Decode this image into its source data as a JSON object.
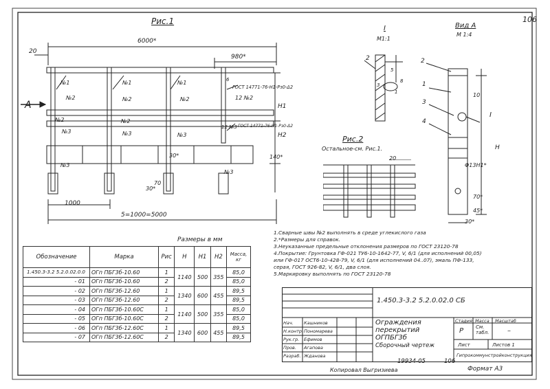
{
  "sheet": {
    "page_number": "106",
    "format": "Формат А3",
    "copied_by": "Копировал Выгризиева",
    "inventory_no": "19934-05",
    "inventory_page": "106"
  },
  "fig1": {
    "title": "Рис.1",
    "overall_dim": "6000*",
    "left_offset": "20",
    "right_dim": "980*",
    "bottom_dim_pitch": "1000",
    "bottom_dim_total": "5=1000=5000",
    "dim_30": "30*",
    "dim_70": "70",
    "dim_140": "140*",
    "dim_30b": "30*",
    "side_H1": "H1",
    "side_H2": "H2",
    "arrow_label": "А",
    "labels_no1": [
      "№1",
      "№1",
      "№1"
    ],
    "labels_no2": [
      "№2",
      "№2",
      "№2",
      "№2",
      "№2"
    ],
    "labels_no3": [
      "№3",
      "№3",
      "№3",
      "№3",
      "№3"
    ],
    "label_12no2": "12 №2",
    "label_12no3": "12 №3",
    "label_6": "6",
    "gost1": "ГОСТ 14771-76-Н1-Рз0-Δ2",
    "gost2": "ГОСТ 14771-76-Н1-Рз0-Δ2"
  },
  "section_I": {
    "title": "I",
    "scale": "М1:1",
    "label_2": "2",
    "dim_5": "5",
    "dim_8": "8",
    "dim_3": "3",
    "dim_1": "1"
  },
  "view_A": {
    "title": "Вид А",
    "scale": "М 1:4",
    "callouts": [
      "2",
      "1",
      "3",
      "4"
    ],
    "roman": "I",
    "dim_10": "10",
    "dim_H": "H",
    "dim_hole": "Φ13H1*",
    "dim_70": "70*",
    "dim_45": "45*",
    "dim_30": "30*"
  },
  "fig2": {
    "title": "Рис.2",
    "subtitle": "Остальное-см. Рис.1.",
    "dim_20": "20"
  },
  "notes": [
    "1.Сварные швы №2 выполнять в среде углекислого газа",
    "2.*Размеры для справок.",
    "3.Неуказанные предельные отклонения размеров по ГОСТ 23120-78",
    "4.Покрытие: Грунтовка ГФ-021 ТУ6-10-1642-77, V, 6/1 (для исполнений 00,05)",
    "или ГФ-017 ОСТ6-10-428-79, V, 6/1 (для исполнений 04..07), эмаль ПФ-133,",
    "серая, ГОСТ 926-82, V, 6/1, два слоя.",
    "5.Маркировку выполнять по ГОСТ 23120-78"
  ],
  "spec_table": {
    "caption": "Размеры в мм",
    "headers": [
      "Обозначение",
      "Марка",
      "Рис",
      "H",
      "H1",
      "H2",
      "Масса, кг"
    ],
    "rows": [
      {
        "oboz": "1.450.3-3.2 5.2.0.02.0.0",
        "mark": "ОГп ПБГ3б-10.60",
        "fig": "1",
        "H": "1140",
        "H1": "500",
        "H2": "355",
        "mass": "85,0"
      },
      {
        "oboz": "- 01",
        "mark": "ОГп ПБГ3б-10.60",
        "fig": "2",
        "H": "",
        "H1": "",
        "H2": "",
        "mass": "85,0"
      },
      {
        "oboz": "- 02",
        "mark": "ОГп ПБГ3б-12.60",
        "fig": "1",
        "H": "1340",
        "H1": "600",
        "H2": "455",
        "mass": "89,5"
      },
      {
        "oboz": "- 03",
        "mark": "ОГп ПБГ3б-12.60",
        "fig": "2",
        "H": "",
        "H1": "",
        "H2": "",
        "mass": "89,5"
      },
      {
        "oboz": "- 04",
        "mark": "ОГп ПБГ3б-10.60С",
        "fig": "1",
        "H": "1140",
        "H1": "500",
        "H2": "355",
        "mass": "85,0"
      },
      {
        "oboz": "- 05",
        "mark": "ОГп ПБГ3б-10.60С",
        "fig": "2",
        "H": "",
        "H1": "",
        "H2": "",
        "mass": "85,0"
      },
      {
        "oboz": "- 06",
        "mark": "ОГп ПБГ3б-12.60С",
        "fig": "1",
        "H": "1340",
        "H1": "600",
        "H2": "455",
        "mass": "89,5"
      },
      {
        "oboz": "- 07",
        "mark": "ОГп ПБГ3б-12.60С",
        "fig": "2",
        "H": "",
        "H1": "",
        "H2": "",
        "mass": "89,5"
      }
    ]
  },
  "title_block": {
    "doc_code": "1.450.3-3.2 5.2.0.02.0 СБ",
    "name_line1": "Ограждения",
    "name_line2": "перекрытий",
    "name_line3": "ОГПБГ3б",
    "name_line4": "Сборочный чертеж",
    "col_stage": "Стадия",
    "col_mass": "Масса",
    "col_scale": "Масштаб",
    "stage": "Р",
    "mass": "См. табл.",
    "scale": "–",
    "sheet_label": "Лист",
    "sheets_label": "Листов 1",
    "org": "Гипрокоммунстройконструкция",
    "signatures": [
      {
        "role": "Нач.",
        "name": "Кашников"
      },
      {
        "role": "Н.контр.",
        "name": "Пономарева"
      },
      {
        "role": "Рук.гр.",
        "name": "Ефимов"
      },
      {
        "role": "Пров.",
        "name": "Агапова"
      },
      {
        "role": "Разраб.",
        "name": "Жданова"
      }
    ]
  }
}
